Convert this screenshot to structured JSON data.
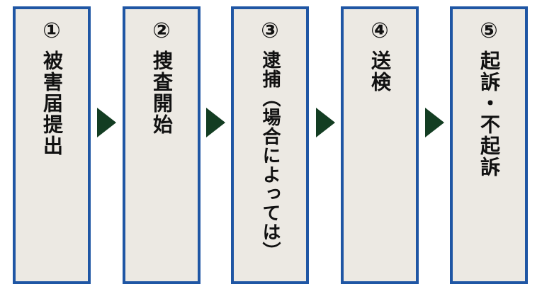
{
  "steps": [
    {
      "number": "①",
      "label": "被害届提出"
    },
    {
      "number": "②",
      "label": "捜査開始"
    },
    {
      "number": "③",
      "label": "逮捕（場合によっては）"
    },
    {
      "number": "④",
      "label": "送検"
    },
    {
      "number": "⑤",
      "label": "起訴・不起訴"
    }
  ],
  "colors": {
    "box_border": "#1f56a4",
    "box_fill": "#ece9e3",
    "arrow": "#133d22",
    "text": "#111111"
  },
  "icons": {
    "arrow": "triangle-right-icon"
  }
}
